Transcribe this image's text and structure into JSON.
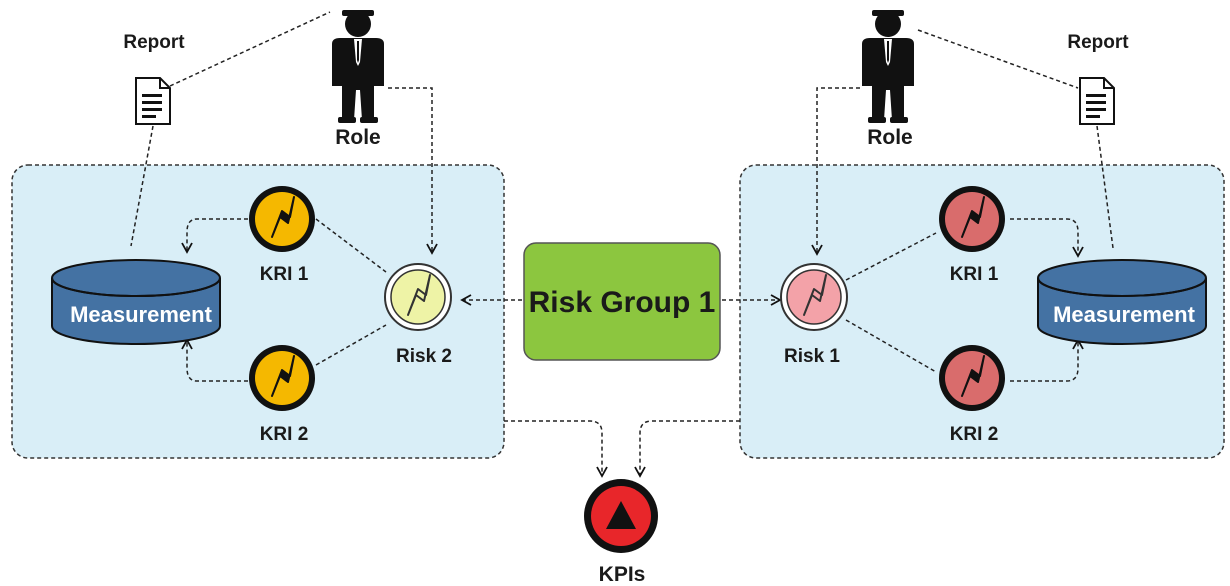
{
  "group": {
    "label": "Risk Group 1",
    "color": "#8cc63f"
  },
  "left": {
    "risk_label": "Risk 2",
    "risk_color": "#eef3a6",
    "kri_color": "#f5b800",
    "kri_top_label": "KRI 1",
    "kri_bottom_label": "KRI 2",
    "measurement_label": "Measurement",
    "role_label": "Role",
    "report_label": "Report"
  },
  "right": {
    "risk_label": "Risk 1",
    "risk_color": "#f3a2a8",
    "kri_color": "#d96c6c",
    "kri_top_label": "KRI 1",
    "kri_bottom_label": "KRI 2",
    "measurement_label": "Measurement",
    "role_label": "Role",
    "report_label": "Report"
  },
  "kpi": {
    "label": "KPIs",
    "color": "#e8262a"
  },
  "container_color": "#d9eef7",
  "measurement_color": "#4472a3"
}
